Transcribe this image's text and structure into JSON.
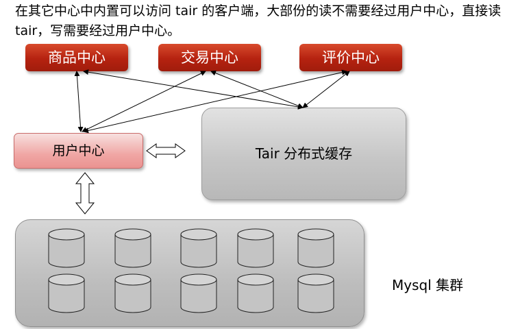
{
  "caption": "在其它中心中内置可以访问 tair 的客户端，大部份的读不需要经过用户中心，直接读 tair，写需要经过用户中心。",
  "services": [
    {
      "label": "商品中心"
    },
    {
      "label": "交易中心"
    },
    {
      "label": "评价中心"
    }
  ],
  "user_center": {
    "label": "用户中心"
  },
  "tair": {
    "label": "Tair 分布式缓存"
  },
  "mysql": {
    "label": "Mysql 集群",
    "db_count": 10
  },
  "colors": {
    "service_fill": "#b52210",
    "user_center_fill": "#f0a7a5",
    "tair_fill": "#c6c6c6",
    "cluster_fill": "#bdbdbd"
  }
}
